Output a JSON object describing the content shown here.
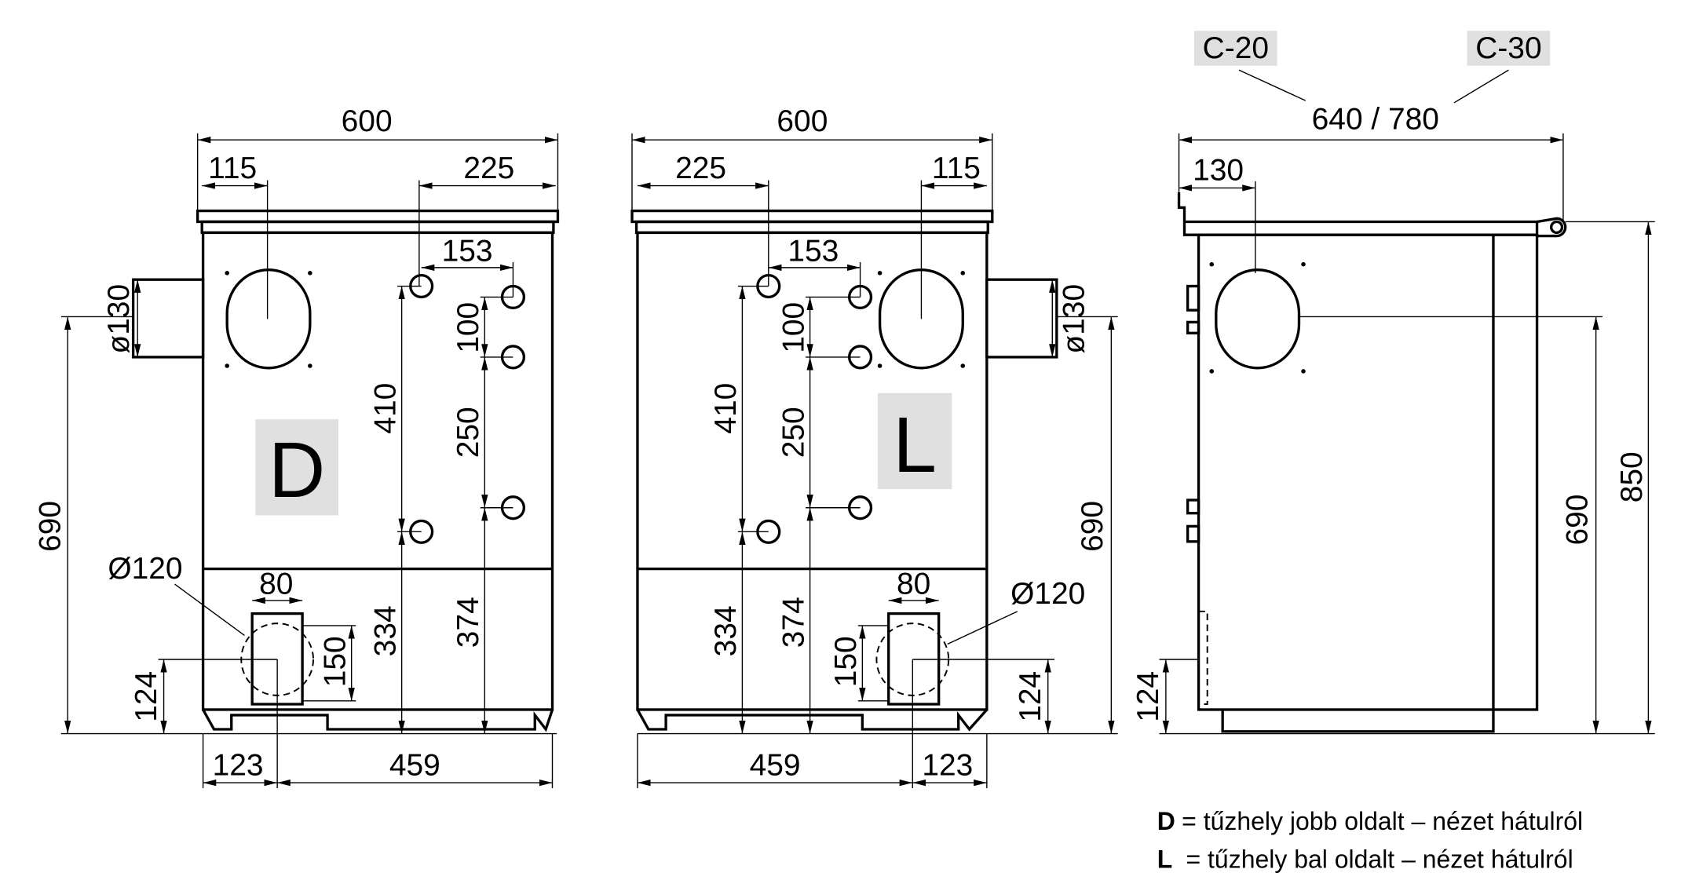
{
  "view_d": {
    "letter": "D",
    "dims": {
      "width": "600",
      "left_offset": "115",
      "right_offset": "225",
      "spacing": "153",
      "pipe_diameter": "ø130",
      "h100": "100",
      "h250": "250",
      "h374": "374",
      "h410": "410",
      "h334": "334",
      "h690": "690",
      "flue_diameter": "Ø120",
      "flue_width": "80",
      "flue_height": "150",
      "h124": "124",
      "bottom_left": "123",
      "bottom_right": "459"
    }
  },
  "view_l": {
    "letter": "L",
    "dims": {
      "width": "600",
      "left_offset": "225",
      "right_offset": "115",
      "spacing": "153",
      "pipe_diameter": "ø130",
      "h100": "100",
      "h250": "250",
      "h374": "374",
      "h410": "410",
      "h334": "334",
      "h690": "690",
      "flue_diameter": "Ø120",
      "flue_width": "80",
      "flue_height": "150",
      "h124": "124",
      "bottom_left": "459",
      "bottom_right": "123"
    }
  },
  "view_side": {
    "model_a": "C-20",
    "model_b": "C-30",
    "depth": "640 / 780",
    "offset": "130",
    "h850": "850",
    "h690": "690",
    "h124": "124"
  },
  "legend": [
    {
      "key": "D",
      "text": "= tűzhely jobb oldalt – nézet hátulról"
    },
    {
      "key": "L",
      "text": " = tűzhely bal oldalt – nézet hátulról"
    }
  ]
}
